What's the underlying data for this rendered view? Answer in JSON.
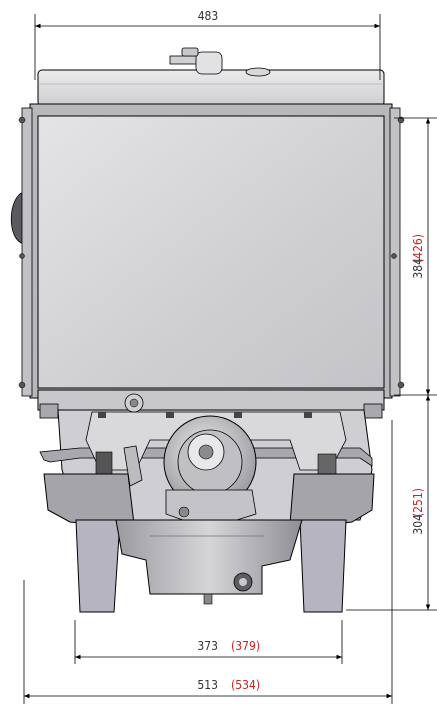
{
  "dimensions": {
    "top_width": "483",
    "upper_height": "384",
    "upper_height_alt": "(426)",
    "lower_height": "304",
    "lower_height_alt": "(251)",
    "base_width": "373",
    "base_width_alt": "(379)",
    "overall_width": "513",
    "overall_width_alt": "(534)"
  },
  "colors": {
    "line": "#000000",
    "dimension_text": "#333333",
    "alt_dimension_text": "#cc2222",
    "radiator_panel": "#d4d4d6",
    "frame": "#b8b8bc",
    "dark_part": "#5a5a60",
    "feet": "#b7b4c2"
  }
}
